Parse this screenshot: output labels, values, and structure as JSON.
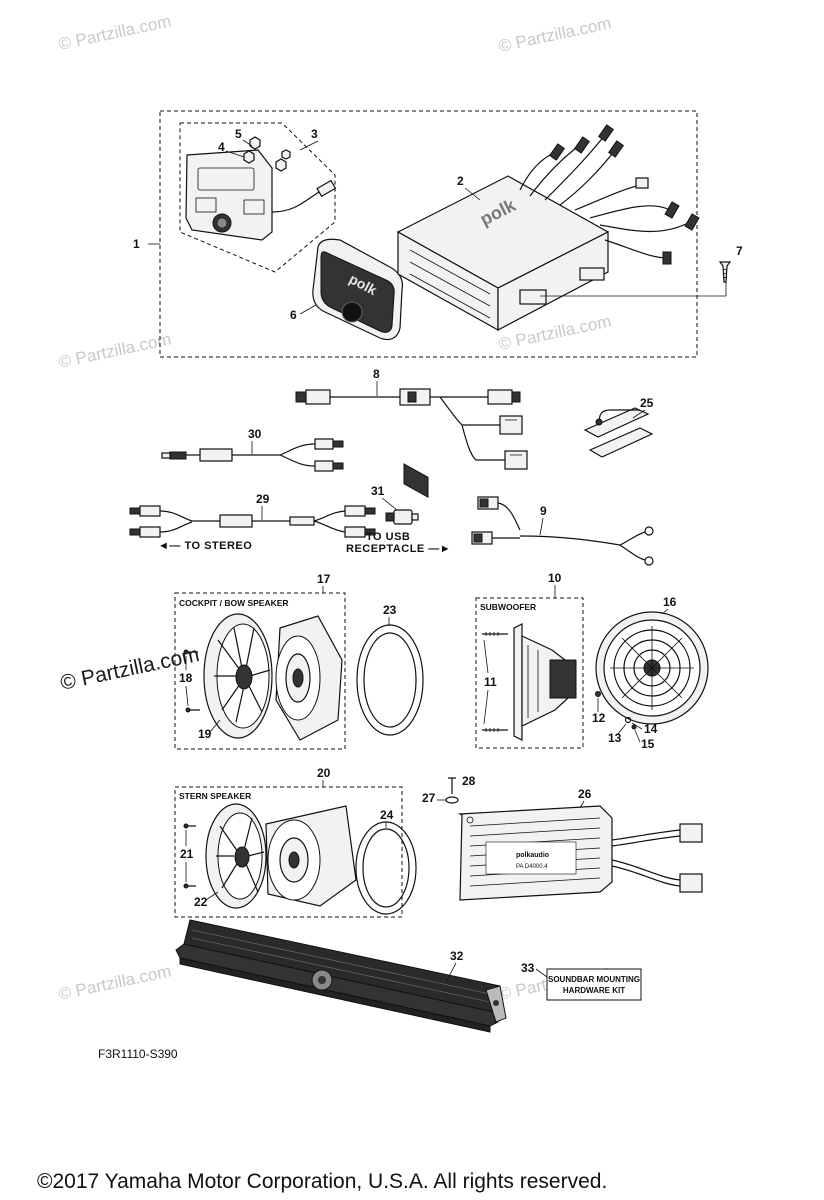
{
  "watermarks": {
    "text": "© Partzilla.com",
    "prominent": "© Partzilla.com"
  },
  "callouts": [
    "1",
    "2",
    "3",
    "4",
    "5",
    "6",
    "7",
    "8",
    "9",
    "10",
    "11",
    "12",
    "13",
    "14",
    "15",
    "16",
    "17",
    "18",
    "19",
    "20",
    "21",
    "22",
    "23",
    "24",
    "25",
    "26",
    "27",
    "28",
    "29",
    "30",
    "31",
    "32",
    "33"
  ],
  "box_labels": {
    "cockpit_bow": "COCKPIT / BOW SPEAKER",
    "subwoofer": "SUBWOOFER",
    "stern": "STERN SPEAKER"
  },
  "directions": {
    "to_stereo": "◄— TO STEREO",
    "to_usb_line1": "TO USB",
    "to_usb_line2": "RECEPTACLE —►"
  },
  "product_markings": {
    "polk": "polk",
    "amp_brand": "polkaudio",
    "amp_model": "PA D4000.4"
  },
  "note_33": {
    "line1": "SOUNDBAR MOUNTING",
    "line2": "HARDWARE KIT"
  },
  "diagram_ref": "F3R1110-S390",
  "copyright": "©2017  Yamaha Motor Corporation, U.S.A. All rights reserved."
}
